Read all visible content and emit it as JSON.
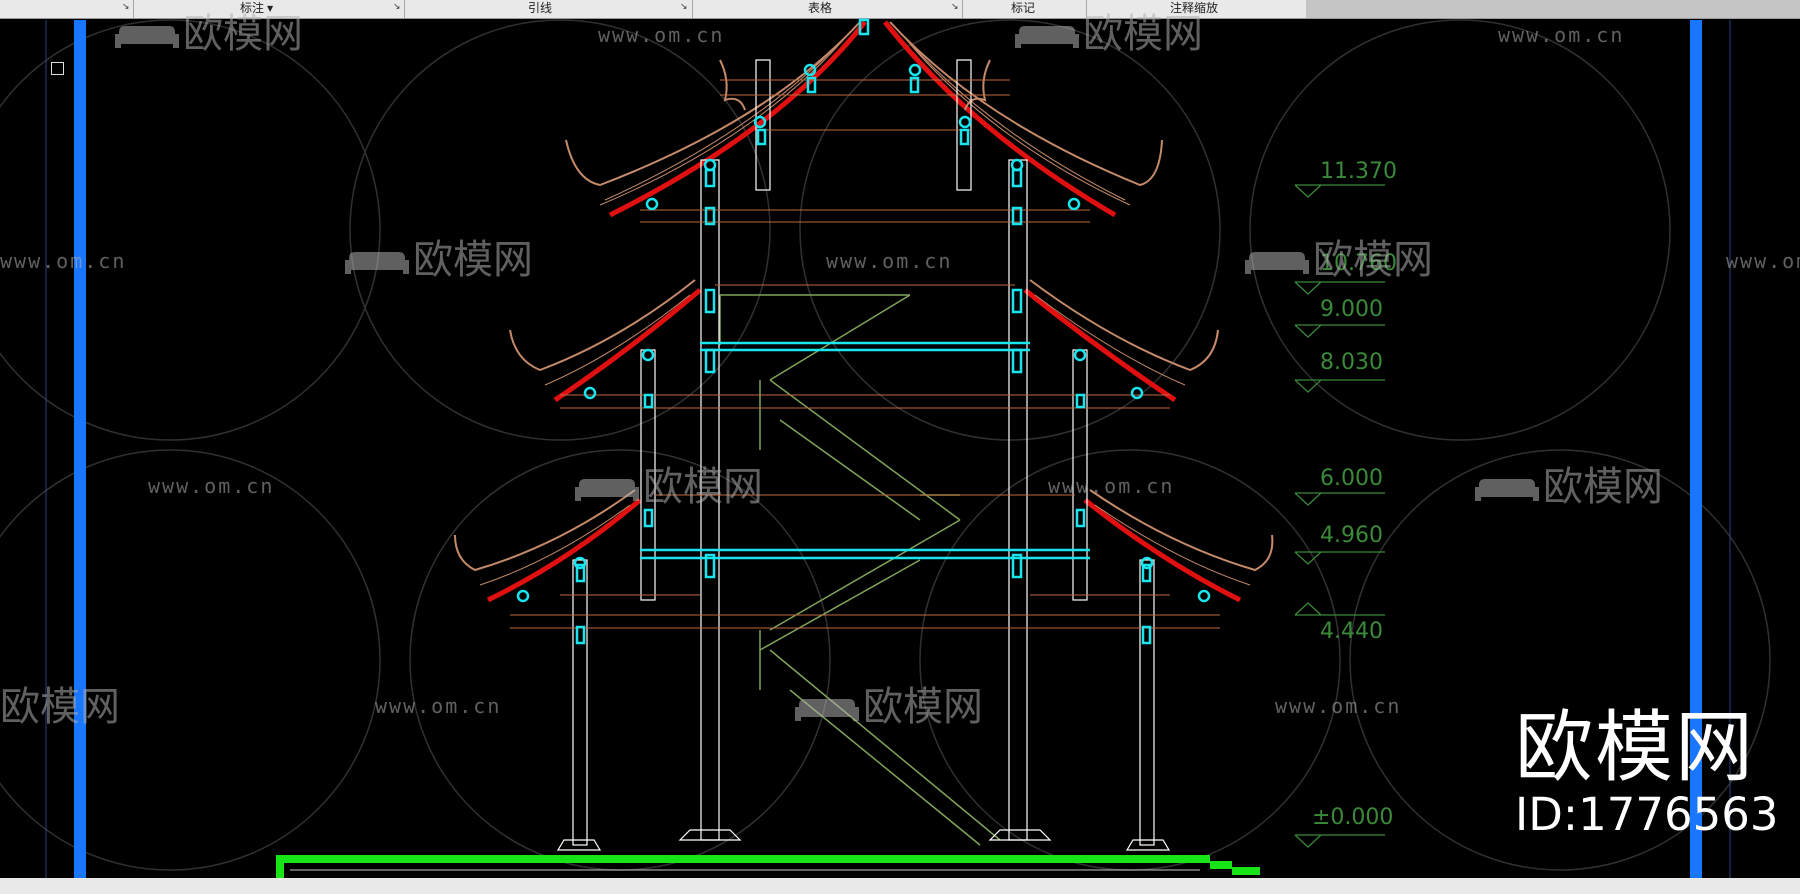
{
  "ribbon": {
    "panels": [
      {
        "label": "标注",
        "has_dropdown": true
      },
      {
        "label": "引线",
        "has_dropdown": false
      },
      {
        "label": "表格",
        "has_dropdown": false
      },
      {
        "label": "标记",
        "has_dropdown": false
      },
      {
        "label": "注释缩放",
        "has_dropdown": false
      }
    ]
  },
  "drawing": {
    "elevation_marks": [
      "11.370",
      "10.760",
      "9.000",
      "8.030",
      "6.000",
      "4.960",
      "4.440",
      "±0.000"
    ],
    "colors": {
      "background": "#000000",
      "column_outline": "#ffffff",
      "cyan_detail": "#19e5ef",
      "roof_red": "#e01010",
      "roof_tiles": "#c58a6a",
      "stair_green": "#7fa45a",
      "base_green": "#17e517",
      "level_green": "#3a8a3a",
      "border_blue": "#1876ff"
    }
  },
  "watermark": {
    "brand": "欧模网",
    "id_text": "ID:1776563",
    "url": "www.om.cn"
  }
}
